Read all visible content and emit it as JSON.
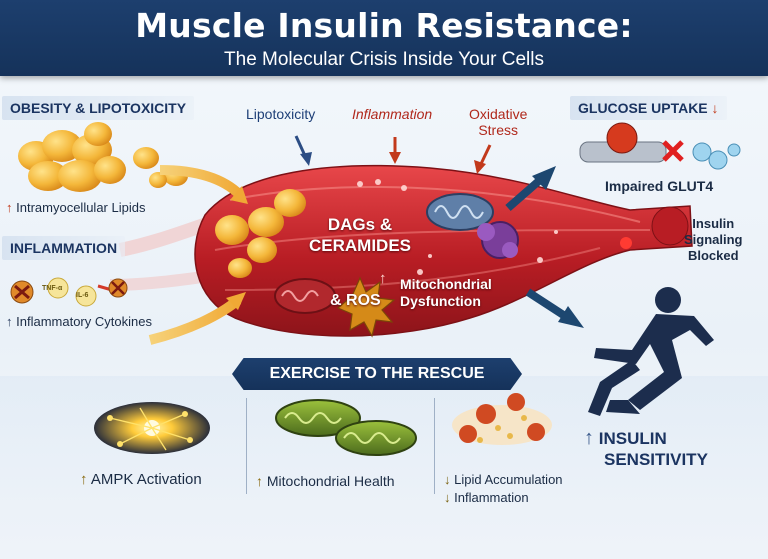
{
  "header": {
    "title": "Muscle Insulin Resistance:",
    "subtitle": "The Molecular Crisis Inside Your Cells"
  },
  "left": {
    "obesity_title": "OBESITY & LIPOTOXICITY",
    "lipids_arrow": "↑",
    "lipids_caption": "Intramyocellular Lipids",
    "inflammation_title": "INFLAMMATION",
    "cytokines_arrow": "↑",
    "cytokines_caption": "Inflammatory Cytokines",
    "cytokine_tags": [
      "TNF-α",
      "IL-6"
    ]
  },
  "top_labels": {
    "lipotoxicity": "Lipotoxicity",
    "inflammation": "Inflammation",
    "oxidative_stress_line1": "Oxidative",
    "oxidative_stress_line2": "Stress"
  },
  "muscle": {
    "dags_line1": "DAGs &",
    "dags_line2": "CERAMIDES",
    "ros_prefix": "&",
    "ros": "ROS",
    "mito_arrow": "↑",
    "mito_line1": "Mitochondrial",
    "mito_line2": "Dysfunction"
  },
  "right": {
    "glucose_title": "GLUCOSE UPTAKE",
    "glucose_arrow": "↓",
    "glut4_caption": "Impaired GLUT4",
    "signaling_line1": "Insulin",
    "signaling_line2": "Signaling",
    "signaling_line3": "Blocked"
  },
  "exercise": {
    "banner": "EXERCISE TO THE RESCUE",
    "ampk_arrow": "↑",
    "ampk": "AMPK Activation",
    "mito_arrow": "↑",
    "mito_health": "Mitochondrial Health",
    "lipid_arrow": "↓",
    "lipid": "Lipid Accumulation",
    "inflammation_arrow": "↓",
    "inflammation": "Inflammation",
    "sensitivity_arrow": "↑",
    "sensitivity_line1": "INSULIN",
    "sensitivity_line2": "SENSITIVITY"
  },
  "colors": {
    "navy": "#15325a",
    "muscle_red": "#c8262b",
    "fat_yellow": "#f4b73a",
    "accent_red": "#c2391b"
  }
}
